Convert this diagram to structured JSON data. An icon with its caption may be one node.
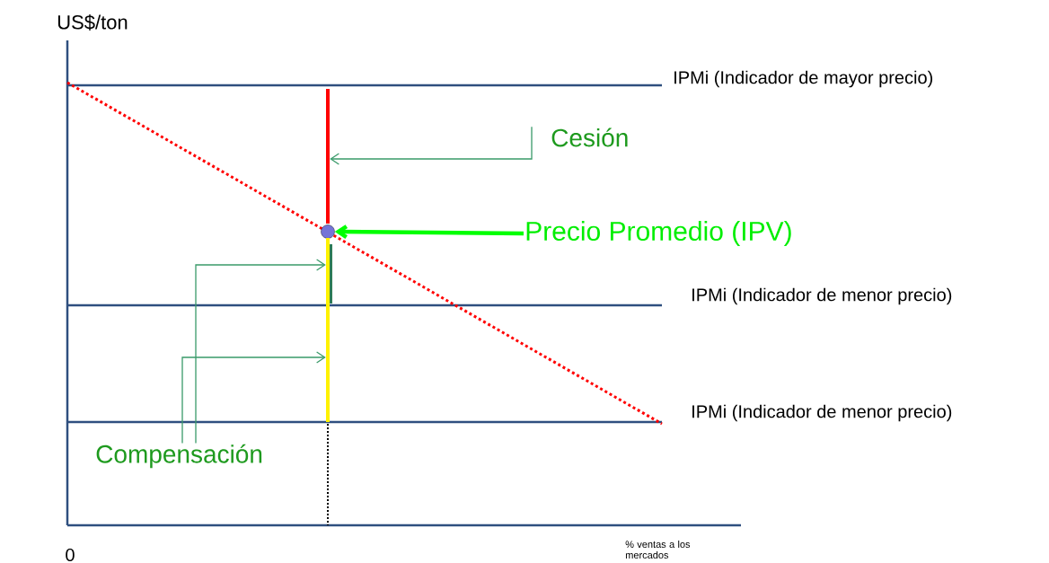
{
  "diagram": {
    "nodes": [
      {
        "text": [
          "Cesión"
        ]
      },
      {
        "text": [],
        "shape": "bar"
      },
      {
        "text": [],
        "shape": "circle"
      },
      {
        "text": [
          "Precio Promedio (IPV)"
        ]
      },
      {
        "text": [],
        "shape": "bar"
      },
      {
        "text": [
          "Compensación"
        ]
      }
    ],
    "edges": [
      {
        "from": 0,
        "to": 1,
        "arrow": "to"
      },
      {
        "from": 3,
        "to": 2,
        "arrow": "to",
        "style": "thick",
        "color": "#00ff00"
      },
      {
        "from": 5,
        "to": 4,
        "arrow": "to"
      },
      {
        "from": 5,
        "to": 4,
        "arrow": "to"
      }
    ],
    "labels": [
      "US$/ton",
      "IPMi (Indicador de mayor precio)",
      "IPMi (Indicador de menor precio)",
      "IPMi (Indicador de menor precio)",
      "0",
      "% ventas a los mercados"
    ]
  }
}
